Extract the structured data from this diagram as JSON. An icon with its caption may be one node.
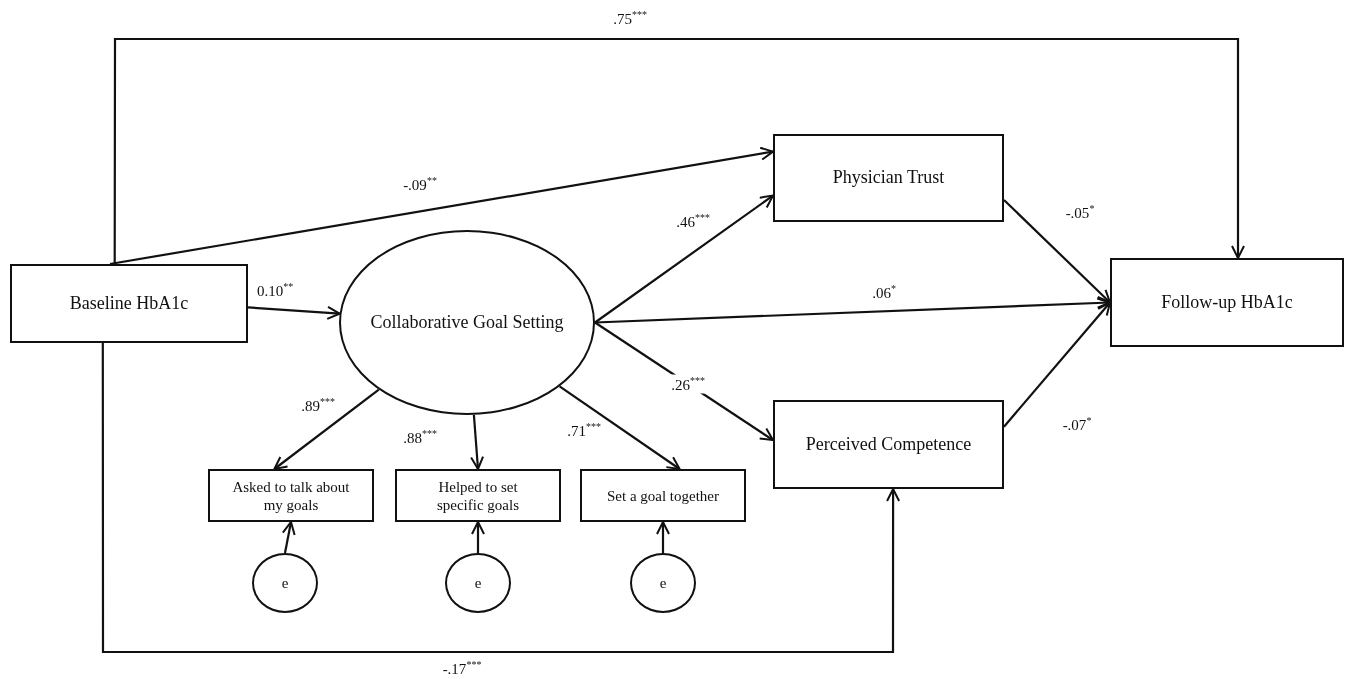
{
  "diagram": {
    "nodes": [
      {
        "text": [
          "Baseline HbA1c"
        ]
      },
      {
        "text": [
          "Collaborative Goal Setting"
        ]
      },
      {
        "text": [
          "Physician Trust"
        ]
      },
      {
        "text": [
          "Follow-up HbA1c"
        ]
      },
      {
        "text": [
          "Perceived Competence"
        ]
      },
      {
        "text": [
          "Asked to talk about my goals"
        ]
      },
      {
        "text": [
          "Helped to set specific goals"
        ]
      },
      {
        "text": [
          "Set a goal together"
        ]
      },
      {
        "text": [
          "e"
        ]
      },
      {
        "text": [
          "e"
        ]
      },
      {
        "text": [
          "e"
        ]
      }
    ],
    "edges": [
      {
        "from": 0,
        "to": 1,
        "arrow": "to",
        "label": "0.10$^{**}$"
      },
      {
        "from": 0,
        "to": 2,
        "arrow": "to",
        "label": "-.09$^{**}$"
      },
      {
        "from": 0,
        "to": 3,
        "arrow": "to",
        "label": ".75$^{***}$"
      },
      {
        "from": 0,
        "to": 4,
        "arrow": "to",
        "label": "-.17$^{***}$"
      },
      {
        "from": 1,
        "to": 2,
        "arrow": "to",
        "label": ".46$^{***}$"
      },
      {
        "from": 1,
        "to": 3,
        "arrow": "to",
        "label": ".06$^{*}$"
      },
      {
        "from": 1,
        "to": 4,
        "arrow": "to",
        "label": ".26$^{***}$"
      },
      {
        "from": 1,
        "to": 5,
        "arrow": "to",
        "label": ".89$^{***}$"
      },
      {
        "from": 1,
        "to": 6,
        "arrow": "to",
        "label": ".88$^{***}$"
      },
      {
        "from": 1,
        "to": 7,
        "arrow": "to",
        "label": ".71$^{***}$"
      },
      {
        "from": 2,
        "to": 3,
        "arrow": "to",
        "label": "-.05$^{*}$"
      },
      {
        "from": 4,
        "to": 3,
        "arrow": "to",
        "label": "-.07$^{*}$"
      },
      {
        "from": 8,
        "to": 5,
        "arrow": "to"
      },
      {
        "from": 9,
        "to": 6,
        "arrow": "to"
      },
      {
        "from": 10,
        "to": 7,
        "arrow": "to"
      }
    ]
  }
}
